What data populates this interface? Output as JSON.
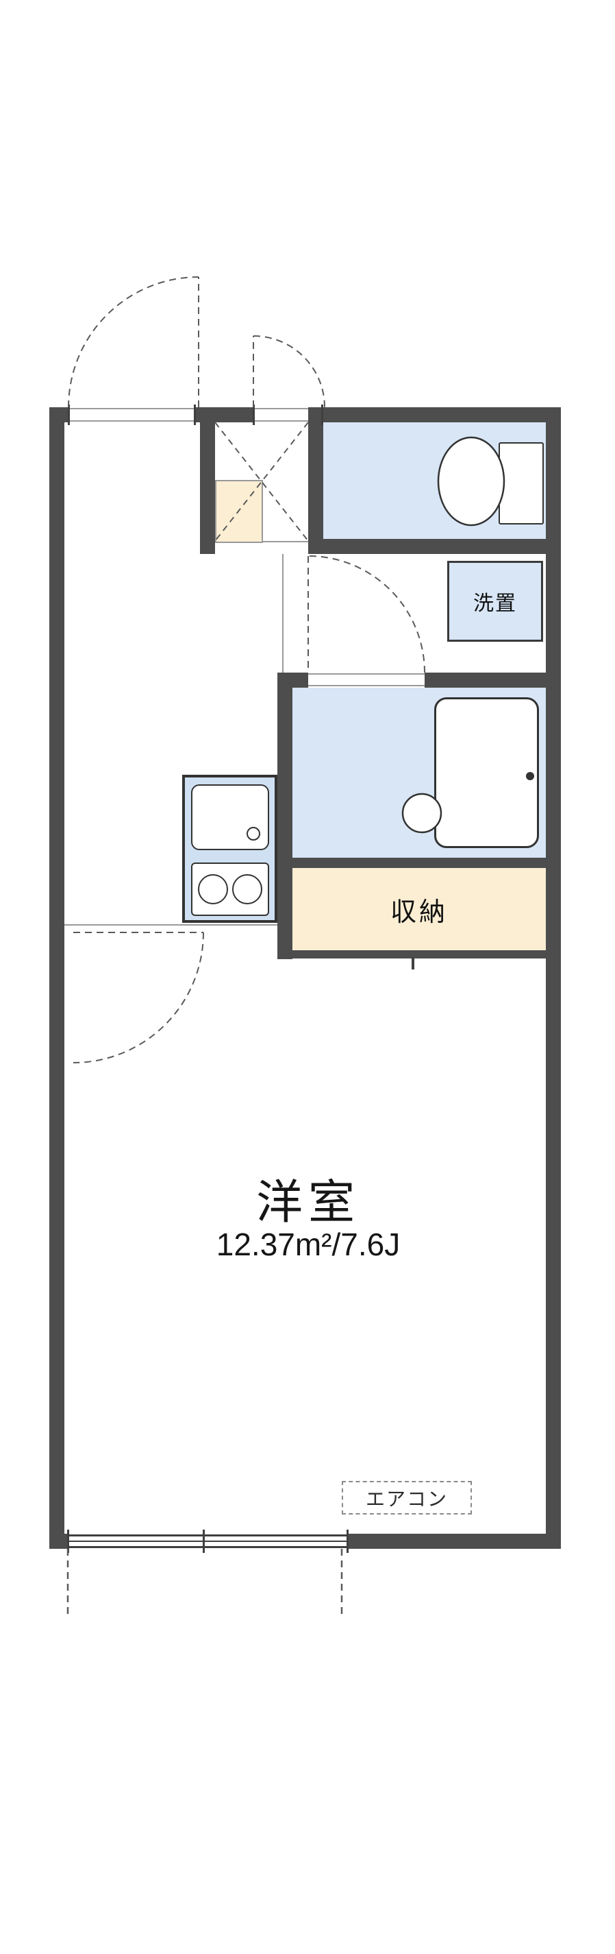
{
  "plan": {
    "type": "apartment-floor-plan"
  },
  "colors": {
    "wall": "#4d4d4d",
    "water_area": "#d8e6f6",
    "storage_area": "#fbeed3",
    "fixture_line": "#333333",
    "dashed_line": "#5a5a5a"
  },
  "rooms": {
    "laundry": {
      "label": "洗置"
    },
    "closet": {
      "label": "収納"
    },
    "main_room": {
      "label": "洋室",
      "size": "12.37m²/7.6J"
    },
    "aircon": {
      "label": "エアコン"
    }
  }
}
